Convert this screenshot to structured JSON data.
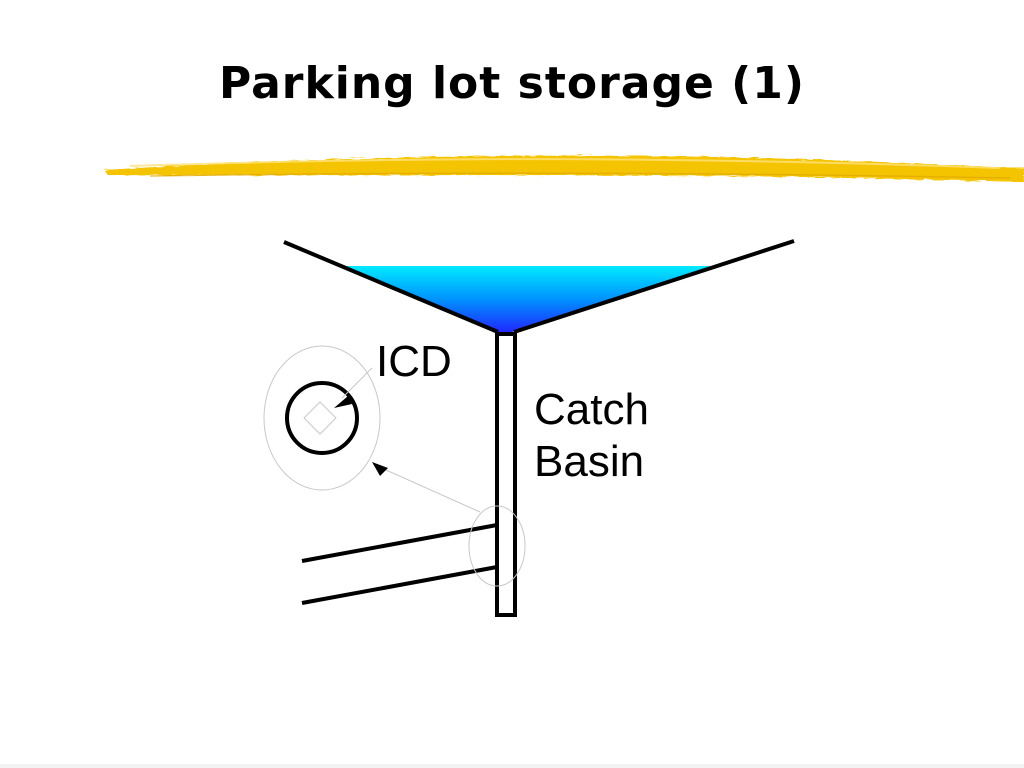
{
  "slide": {
    "title": "Parking lot storage (1)"
  },
  "diagram": {
    "labels": {
      "icd": "ICD",
      "catch": "Catch",
      "basin": "Basin"
    },
    "colors": {
      "underline": "#f5c400",
      "water_top": "#00e8ff",
      "water_bottom": "#1a1aff",
      "stroke": "#000000"
    }
  }
}
